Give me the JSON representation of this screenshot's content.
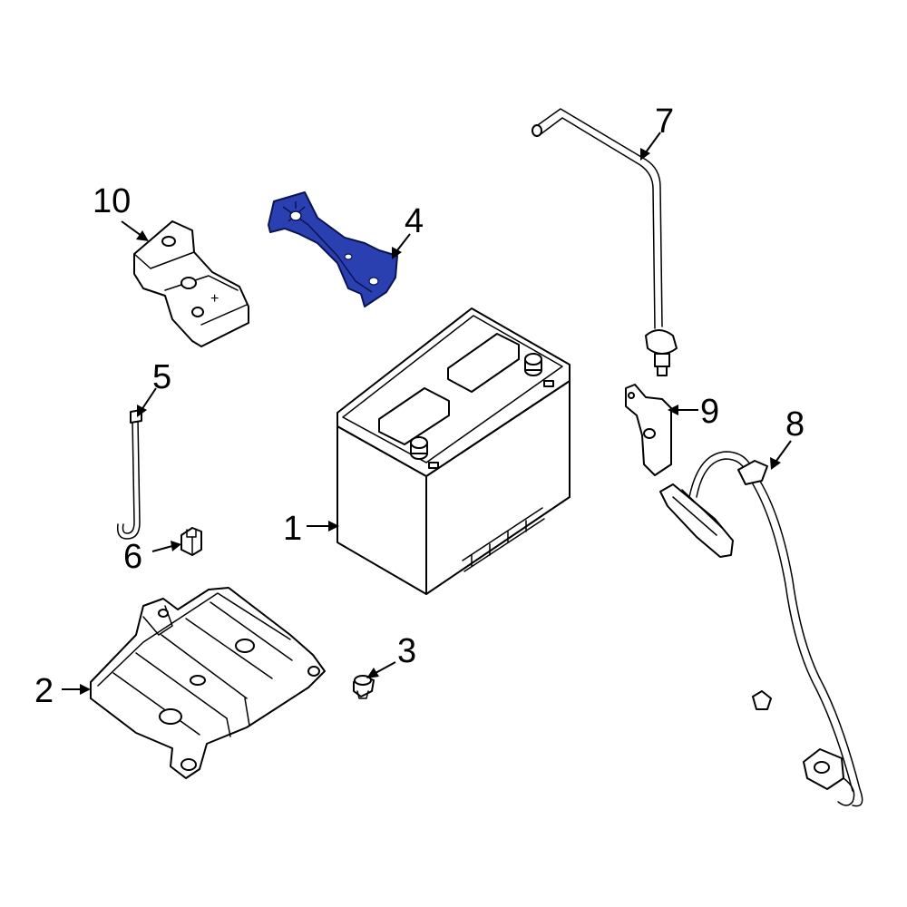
{
  "diagram": {
    "callouts": [
      {
        "id": "1",
        "label": "1"
      },
      {
        "id": "2",
        "label": "2"
      },
      {
        "id": "3",
        "label": "3"
      },
      {
        "id": "4",
        "label": "4"
      },
      {
        "id": "5",
        "label": "5"
      },
      {
        "id": "6",
        "label": "6"
      },
      {
        "id": "7",
        "label": "7"
      },
      {
        "id": "8",
        "label": "8"
      },
      {
        "id": "9",
        "label": "9"
      },
      {
        "id": "10",
        "label": "10"
      }
    ],
    "terminal_cover_symbol": "+",
    "colors": {
      "highlight": "#2a3fb0",
      "line": "#000000",
      "background": "#ffffff"
    },
    "highlighted_part": "4"
  }
}
